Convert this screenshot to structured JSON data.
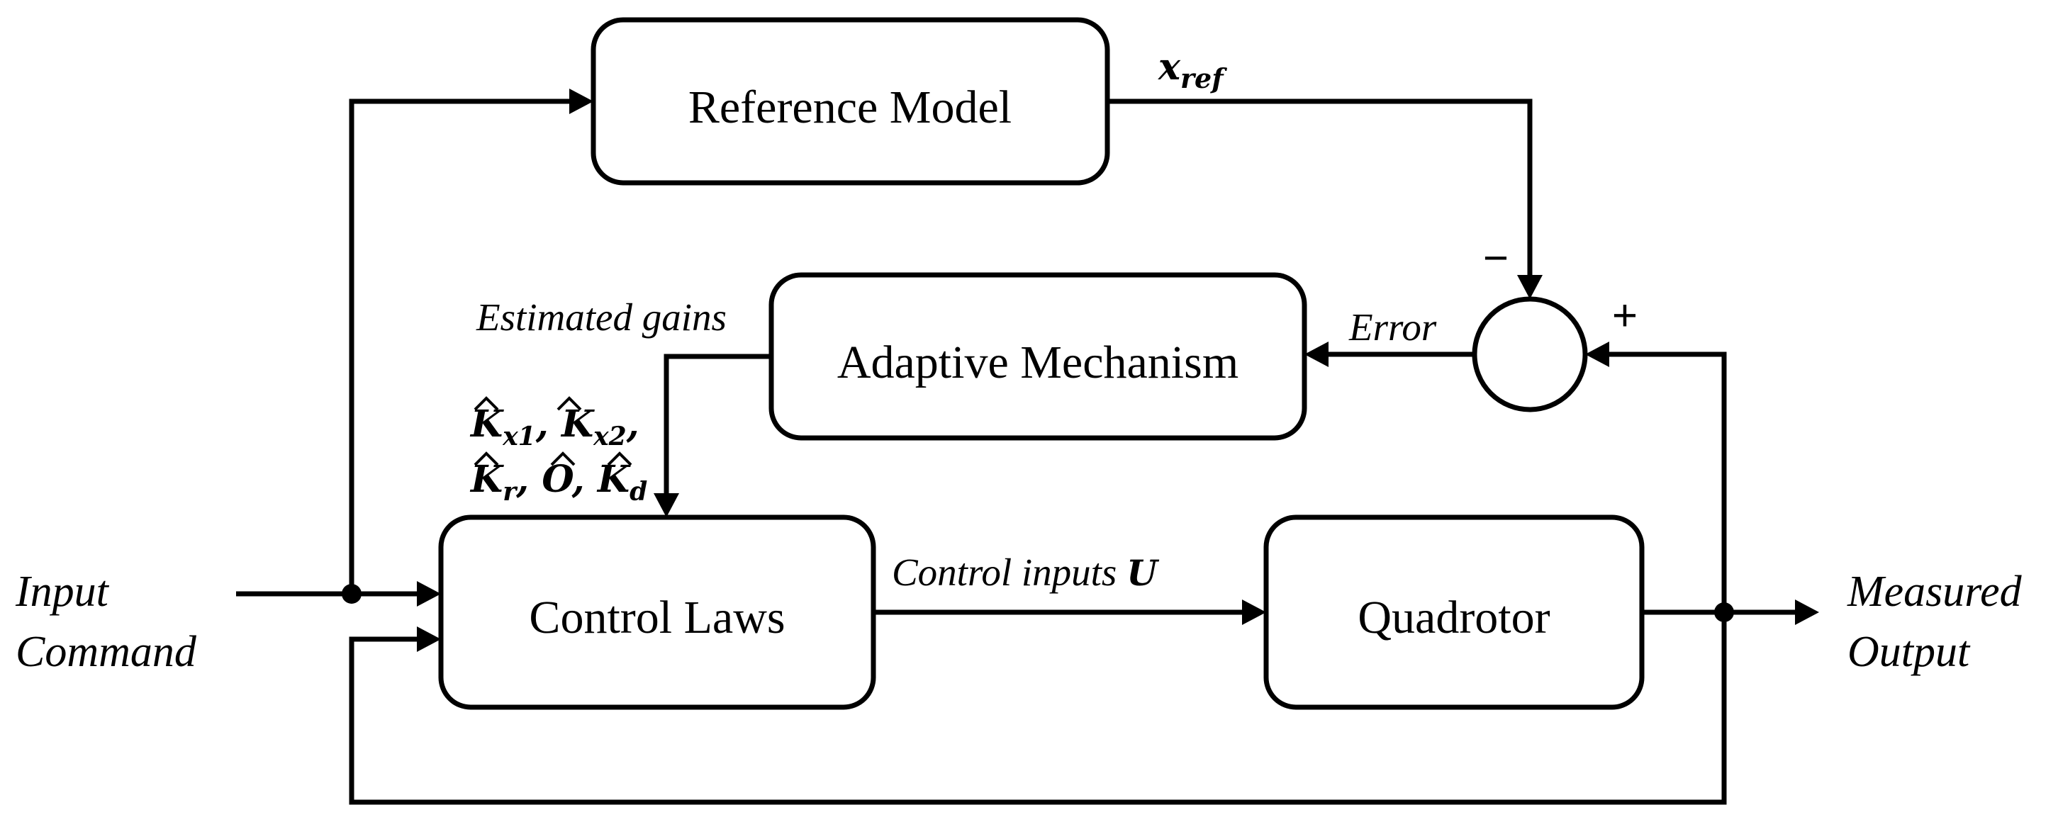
{
  "blocks": {
    "reference_model": "Reference Model",
    "adaptive_mechanism": "Adaptive Mechanism",
    "control_laws": "Control Laws",
    "quadrotor": "Quadrotor"
  },
  "signals": {
    "x_ref_base": "x",
    "x_ref_sub": "ref",
    "error": "Error",
    "estimated_gains": "Estimated gains",
    "gains_line1": {
      "k_base_1": "K",
      "k_sub_1": "x1",
      "separator_1": ", ",
      "k_base_2": "K",
      "k_sub_2": "x2",
      "trailing": ","
    },
    "gains_line2": {
      "k_base_r": "K",
      "k_sub_r": "r",
      "separator_1": ", ",
      "o_base": "O",
      "separator_2": ", ",
      "k_base_d": "K",
      "k_sub_d": "d"
    },
    "control_inputs_text": "Control inputs ",
    "control_inputs_symbol": "U"
  },
  "io": {
    "input_line1": "Input",
    "input_line2": "Command",
    "output_line1": "Measured",
    "output_line2": "Output"
  },
  "summing_junction": {
    "minus_sign": "−",
    "plus_sign": "+"
  }
}
